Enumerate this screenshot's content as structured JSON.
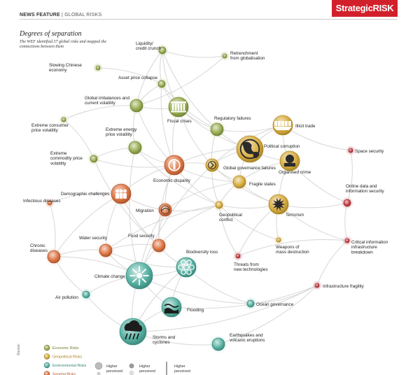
{
  "header": {
    "kicker": "NEWS FEATURE",
    "section": "GLOBAL RISKS",
    "logo_main": "Strategic",
    "logo_accent": "RISK"
  },
  "title": "Degrees of separation",
  "subtitle": "The WEF identified 37 global risks and mapped the connections between them",
  "source": "Source:",
  "colors": {
    "economic": "#8aa23a",
    "geopolitical": "#d3a224",
    "environmental": "#3fa896",
    "societal": "#d9632a",
    "technological": "#c0272d",
    "link": "#d4d4d4"
  },
  "nodes": [
    {
      "id": "liquidity",
      "label": [
        "Liquidity/",
        "credit crunch"
      ],
      "cat": "economic",
      "size": "s",
      "icon": "dot"
    },
    {
      "id": "retrenchment",
      "label": [
        "Retrenchment",
        "from globalisation"
      ],
      "cat": "economic",
      "size": "xs",
      "icon": "dot"
    },
    {
      "id": "chinese",
      "label": [
        "Slowing Chinese",
        "economy"
      ],
      "cat": "economic",
      "size": "xs",
      "icon": "dot"
    },
    {
      "id": "asset",
      "label": [
        "Asset price collapse"
      ],
      "cat": "economic",
      "size": "s",
      "icon": "dot"
    },
    {
      "id": "imbalances",
      "label": [
        "Global imbalances and",
        "current volatility"
      ],
      "cat": "economic",
      "size": "m",
      "icon": "dot"
    },
    {
      "id": "fiscal",
      "label": [
        "Fiscal crises"
      ],
      "cat": "economic",
      "size": "l",
      "icon": "columns-icon"
    },
    {
      "id": "consumer",
      "label": [
        "Extreme consumer",
        "price volatility"
      ],
      "cat": "economic",
      "size": "xs",
      "icon": "dot"
    },
    {
      "id": "energy",
      "label": [
        "Extreme energy",
        "price volatility"
      ],
      "cat": "economic",
      "size": "m",
      "icon": "dot"
    },
    {
      "id": "regulatory",
      "label": [
        "Regulatory failures"
      ],
      "cat": "economic",
      "size": "m",
      "icon": "dot"
    },
    {
      "id": "illicit",
      "label": [
        "Illicit trade"
      ],
      "cat": "geopolitical",
      "size": "l",
      "icon": "shipping-icon"
    },
    {
      "id": "corruption",
      "label": [
        "Political corruption"
      ],
      "cat": "geopolitical",
      "size": "xl",
      "icon": "globe-icon"
    },
    {
      "id": "space",
      "label": [
        "Space security"
      ],
      "cat": "technological",
      "size": "xs",
      "icon": "dot"
    },
    {
      "id": "commodity",
      "label": [
        "Extreme",
        "commodity price",
        "volatility"
      ],
      "cat": "economic",
      "size": "s",
      "icon": "dot"
    },
    {
      "id": "disparity",
      "label": [
        "Economic disparity"
      ],
      "cat": "societal",
      "size": "l",
      "icon": "coin-icon"
    },
    {
      "id": "governance",
      "label": [
        "Global governance failures"
      ],
      "cat": "geopolitical",
      "size": "m",
      "icon": "shield-icon"
    },
    {
      "id": "organised",
      "label": [
        "Organised crime"
      ],
      "cat": "geopolitical",
      "size": "l",
      "icon": "crime-icon"
    },
    {
      "id": "fragile",
      "label": [
        "Fragile states"
      ],
      "cat": "geopolitical",
      "size": "m",
      "icon": "dot"
    },
    {
      "id": "demographic",
      "label": [
        "Demographic challenges"
      ],
      "cat": "societal",
      "size": "l",
      "icon": "people-icon"
    },
    {
      "id": "onlinedata",
      "label": [
        "Online data and",
        "information security"
      ],
      "cat": "technological",
      "size": "s",
      "icon": "dot"
    },
    {
      "id": "infectious",
      "label": [
        "Infectious diseases"
      ],
      "cat": "societal",
      "size": "xs",
      "icon": "dot"
    },
    {
      "id": "migration",
      "label": [
        "Migration"
      ],
      "cat": "societal",
      "size": "m",
      "icon": "migration-icon"
    },
    {
      "id": "conflict",
      "label": [
        "Geopolitical",
        "conflict"
      ],
      "cat": "geopolitical",
      "size": "s",
      "icon": "dot"
    },
    {
      "id": "terrorism",
      "label": [
        "Terrorism"
      ],
      "cat": "geopolitical",
      "size": "l",
      "icon": "explosion-icon"
    },
    {
      "id": "foodsec",
      "label": [
        "Food security"
      ],
      "cat": "societal",
      "size": "m",
      "icon": "dot"
    },
    {
      "id": "watersec",
      "label": [
        "Water security"
      ],
      "cat": "societal",
      "size": "m",
      "icon": "dot"
    },
    {
      "id": "chronic",
      "label": [
        "Chronic",
        "diseases"
      ],
      "cat": "societal",
      "size": "m",
      "icon": "dot"
    },
    {
      "id": "biodiversity",
      "label": [
        "Biodiversity loss"
      ],
      "cat": "environmental",
      "size": "l",
      "icon": "biodiversity-icon"
    },
    {
      "id": "wmd",
      "label": [
        "Weapons of",
        "mass destruction"
      ],
      "cat": "geopolitical",
      "size": "xs",
      "icon": "dot"
    },
    {
      "id": "threatstech",
      "label": [
        "Threats from",
        "new technologies"
      ],
      "cat": "technological",
      "size": "xs",
      "icon": "dot"
    },
    {
      "id": "critical",
      "label": [
        "Critical information",
        "infrastructure",
        "breakdown"
      ],
      "cat": "technological",
      "size": "xs",
      "icon": "dot"
    },
    {
      "id": "climate",
      "label": [
        "Climate change"
      ],
      "cat": "environmental",
      "size": "xl",
      "icon": "climate-icon"
    },
    {
      "id": "airpollution",
      "label": [
        "Air pollution"
      ],
      "cat": "environmental",
      "size": "s",
      "icon": "dot"
    },
    {
      "id": "flooding",
      "label": [
        "Flooding"
      ],
      "cat": "environmental",
      "size": "l",
      "icon": "flooding-icon"
    },
    {
      "id": "infrafragility",
      "label": [
        "Infrastructure fragility"
      ],
      "cat": "technological",
      "size": "xs",
      "icon": "dot"
    },
    {
      "id": "ocean",
      "label": [
        "Ocean governance"
      ],
      "cat": "environmental",
      "size": "s",
      "icon": "dot"
    },
    {
      "id": "storms",
      "label": [
        "Storms and",
        "cyclones"
      ],
      "cat": "environmental",
      "size": "xl",
      "icon": "storm-icon"
    },
    {
      "id": "earthquakes",
      "label": [
        "Earthquakes and",
        "volcanic eruptions"
      ],
      "cat": "environmental",
      "size": "m",
      "icon": "dot"
    }
  ],
  "links": [
    [
      "liquidity",
      "asset"
    ],
    [
      "liquidity",
      "fiscal"
    ],
    [
      "liquidity",
      "imbalances"
    ],
    [
      "liquidity",
      "retrenchment"
    ],
    [
      "liquidity",
      "regulatory"
    ],
    [
      "asset",
      "imbalances"
    ],
    [
      "asset",
      "fiscal"
    ],
    [
      "asset",
      "regulatory"
    ],
    [
      "asset",
      "disparity"
    ],
    [
      "asset",
      "chinese"
    ],
    [
      "imbalances",
      "fiscal"
    ],
    [
      "imbalances",
      "energy"
    ],
    [
      "imbalances",
      "disparity"
    ],
    [
      "imbalances",
      "retrenchment"
    ],
    [
      "imbalances",
      "consumer"
    ],
    [
      "fiscal",
      "disparity"
    ],
    [
      "fiscal",
      "governance"
    ],
    [
      "fiscal",
      "regulatory"
    ],
    [
      "fiscal",
      "corruption"
    ],
    [
      "energy",
      "commodity"
    ],
    [
      "energy",
      "disparity"
    ],
    [
      "energy",
      "conflict"
    ],
    [
      "energy",
      "climate"
    ],
    [
      "commodity",
      "disparity"
    ],
    [
      "commodity",
      "foodsec"
    ],
    [
      "commodity",
      "consumer"
    ],
    [
      "regulatory",
      "governance"
    ],
    [
      "regulatory",
      "illicit"
    ],
    [
      "regulatory",
      "corruption"
    ],
    [
      "illicit",
      "corruption"
    ],
    [
      "illicit",
      "organised"
    ],
    [
      "illicit",
      "governance"
    ],
    [
      "illicit",
      "space"
    ],
    [
      "corruption",
      "governance"
    ],
    [
      "corruption",
      "organised"
    ],
    [
      "corruption",
      "fragile"
    ],
    [
      "corruption",
      "disparity"
    ],
    [
      "governance",
      "disparity"
    ],
    [
      "governance",
      "fragile"
    ],
    [
      "governance",
      "terrorism"
    ],
    [
      "governance",
      "conflict"
    ],
    [
      "governance",
      "climate"
    ],
    [
      "organised",
      "fragile"
    ],
    [
      "organised",
      "terrorism"
    ],
    [
      "organised",
      "onlinedata"
    ],
    [
      "fragile",
      "terrorism"
    ],
    [
      "fragile",
      "conflict"
    ],
    [
      "fragile",
      "migration"
    ],
    [
      "disparity",
      "demographic"
    ],
    [
      "disparity",
      "migration"
    ],
    [
      "disparity",
      "conflict"
    ],
    [
      "disparity",
      "fragile"
    ],
    [
      "disparity",
      "foodsec"
    ],
    [
      "demographic",
      "migration"
    ],
    [
      "demographic",
      "chronic"
    ],
    [
      "demographic",
      "infectious"
    ],
    [
      "demographic",
      "watersec"
    ],
    [
      "demographic",
      "foodsec"
    ],
    [
      "migration",
      "conflict"
    ],
    [
      "migration",
      "climate"
    ],
    [
      "migration",
      "foodsec"
    ],
    [
      "conflict",
      "terrorism"
    ],
    [
      "conflict",
      "wmd"
    ],
    [
      "conflict",
      "foodsec"
    ],
    [
      "conflict",
      "watersec"
    ],
    [
      "conflict",
      "threatstech"
    ],
    [
      "terrorism",
      "wmd"
    ],
    [
      "terrorism",
      "onlinedata"
    ],
    [
      "terrorism",
      "critical"
    ],
    [
      "terrorism",
      "threatstech"
    ],
    [
      "onlinedata",
      "critical"
    ],
    [
      "onlinedata",
      "space"
    ],
    [
      "critical",
      "infrafragility"
    ],
    [
      "critical",
      "threatstech"
    ],
    [
      "foodsec",
      "watersec"
    ],
    [
      "foodsec",
      "climate"
    ],
    [
      "foodsec",
      "biodiversity"
    ],
    [
      "watersec",
      "climate"
    ],
    [
      "watersec",
      "chronic"
    ],
    [
      "watersec",
      "biodiversity"
    ],
    [
      "chronic",
      "infectious"
    ],
    [
      "chronic",
      "airpollution"
    ],
    [
      "climate",
      "biodiversity"
    ],
    [
      "climate",
      "flooding"
    ],
    [
      "climate",
      "storms"
    ],
    [
      "climate",
      "airpollution"
    ],
    [
      "climate",
      "ocean"
    ],
    [
      "climate",
      "chronic"
    ],
    [
      "biodiversity",
      "flooding"
    ],
    [
      "biodiversity",
      "ocean"
    ],
    [
      "biodiversity",
      "storms"
    ],
    [
      "flooding",
      "storms"
    ],
    [
      "flooding",
      "infrafragility"
    ],
    [
      "storms",
      "earthquakes"
    ],
    [
      "storms",
      "infrafragility"
    ],
    [
      "airpollution",
      "storms"
    ],
    [
      "earthquakes",
      "infrafragility"
    ],
    [
      "ocean",
      "infrafragility"
    ]
  ],
  "legend": {
    "categories": [
      {
        "label": "Economic Risks",
        "cat": "economic"
      },
      {
        "label": "Geopolitical Risks",
        "cat": "geopolitical"
      },
      {
        "label": "Environmental Risks",
        "cat": "environmental"
      },
      {
        "label": "Societal Risks",
        "cat": "societal"
      }
    ],
    "keys": [
      {
        "line1": "Higher",
        "line2": "perceived"
      },
      {
        "line1": "Higher",
        "line2": "perceived"
      },
      {
        "line1": "Higher",
        "line2": "perceived"
      }
    ]
  }
}
